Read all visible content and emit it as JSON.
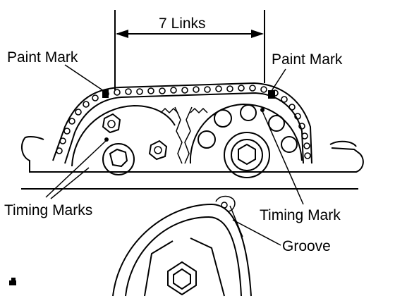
{
  "labels": {
    "links_dimension": "7 Links",
    "paint_mark_left": "Paint Mark",
    "paint_mark_right": "Paint Mark",
    "timing_marks": "Timing Marks",
    "timing_mark": "Timing Mark",
    "groove": "Groove"
  }
}
